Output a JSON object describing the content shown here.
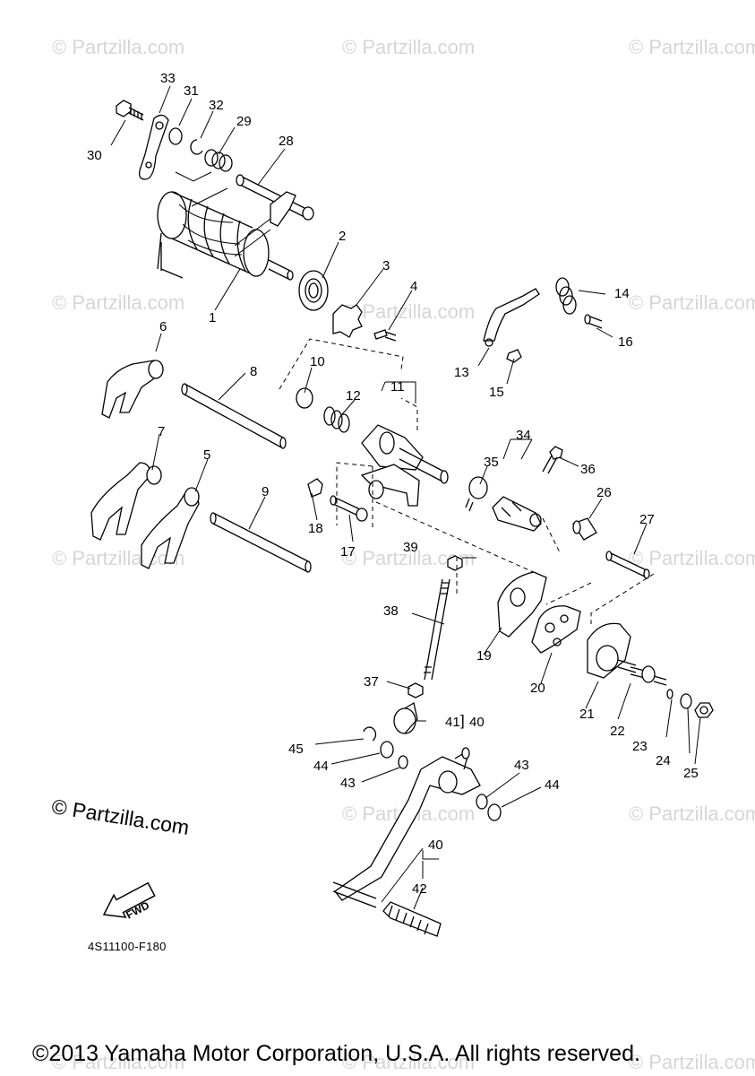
{
  "diagram": {
    "watermark_text": "© Partzilla.com",
    "brand_mark": "© Partzilla.com",
    "drawing_code": "4S11100-F180",
    "direction_badge": "FWD",
    "copyright": "©2013 Yamaha Motor Corporation, U.S.A. All rights reserved.",
    "callouts": [
      "1",
      "2",
      "3",
      "4",
      "5",
      "6",
      "7",
      "8",
      "9",
      "10",
      "11",
      "12",
      "13",
      "14",
      "15",
      "16",
      "17",
      "18",
      "19",
      "20",
      "21",
      "22",
      "23",
      "24",
      "25",
      "26",
      "27",
      "28",
      "29",
      "30",
      "31",
      "32",
      "33",
      "34",
      "35",
      "36",
      "37",
      "38",
      "39",
      "40",
      "41",
      "42",
      "43",
      "44",
      "45"
    ],
    "bracket_labels": [
      "41",
      "40"
    ]
  }
}
